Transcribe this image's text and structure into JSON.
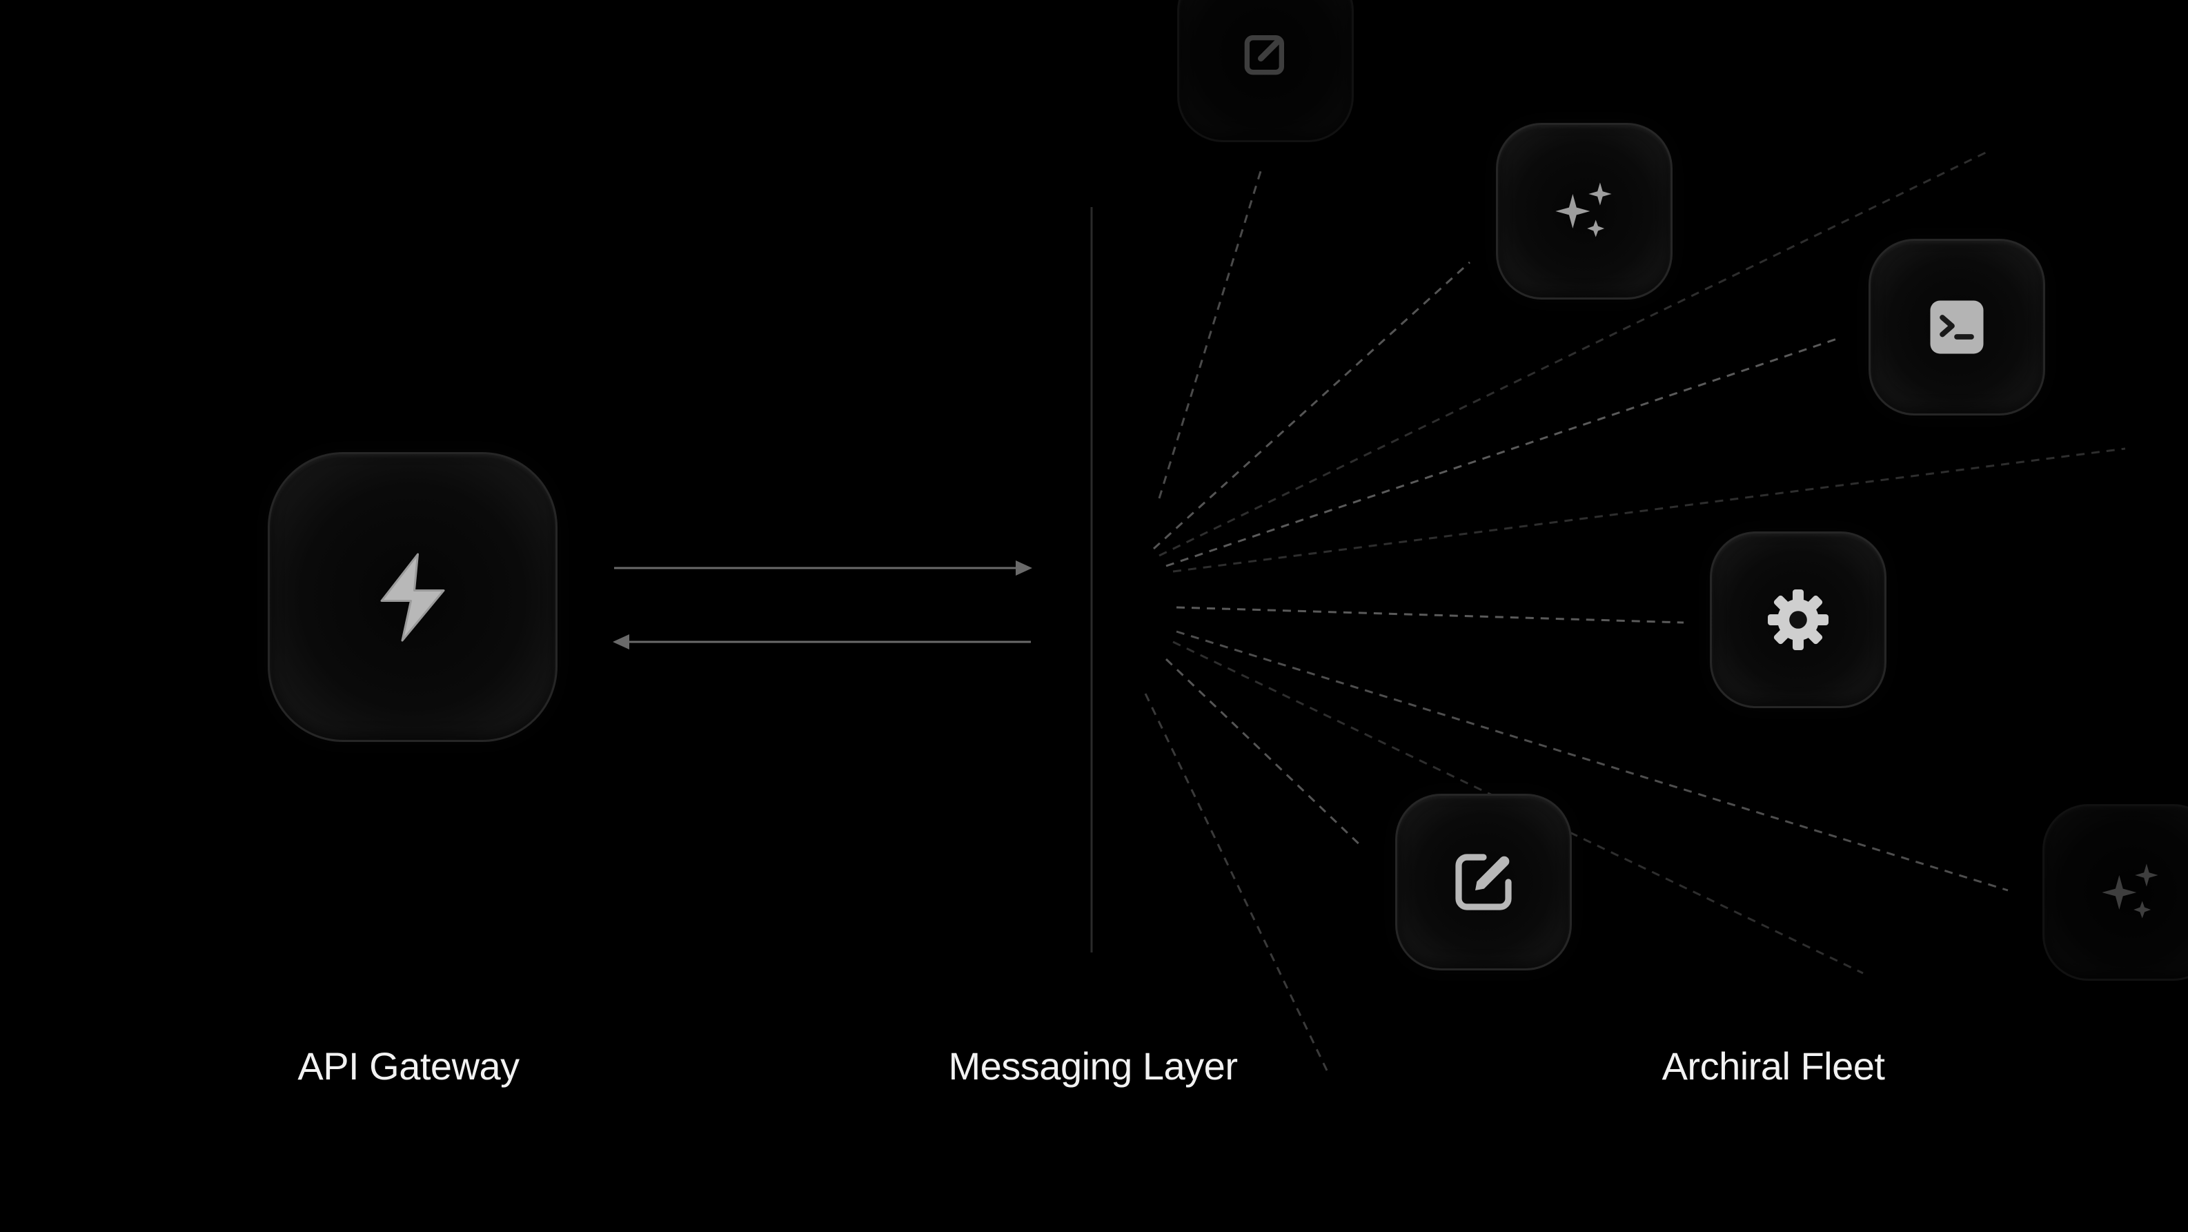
{
  "labels": {
    "gateway": "API Gateway",
    "messaging": "Messaging Layer",
    "fleet": "Archiral Fleet"
  },
  "nodes": {
    "gateway": {
      "icon": "lightning-bolt-icon"
    },
    "fleet": [
      {
        "id": "top-partial",
        "icon": "edit-icon",
        "faded": true
      },
      {
        "id": "sparkles",
        "icon": "sparkles-icon"
      },
      {
        "id": "terminal",
        "icon": "terminal-icon"
      },
      {
        "id": "settings",
        "icon": "gear-icon"
      },
      {
        "id": "edit",
        "icon": "edit-icon"
      },
      {
        "id": "right-partial",
        "icon": "sparkles-icon",
        "faded": true
      }
    ]
  },
  "colors": {
    "background": "#000000",
    "tile_border": "#262626",
    "icon": "#bdbdbd",
    "arrow": "#6a6a6a",
    "dashed_line": "#5a5a5a",
    "label_text": "#f2f2f2"
  }
}
